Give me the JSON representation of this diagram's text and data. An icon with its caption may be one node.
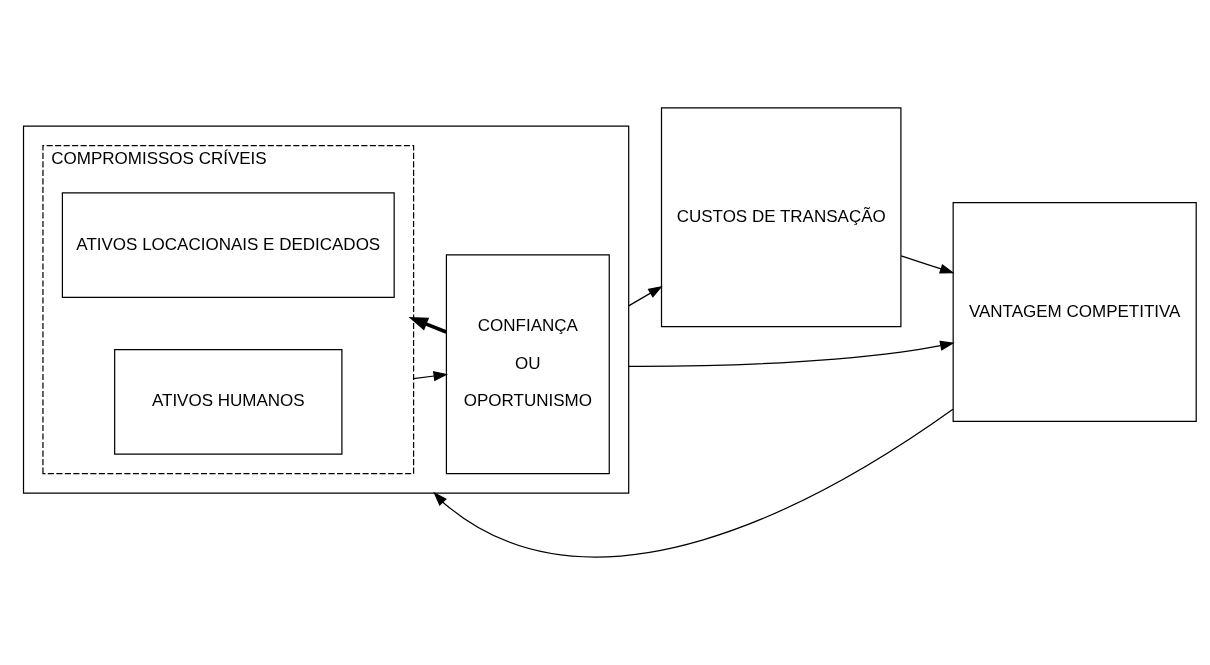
{
  "diagram": {
    "nodes": [
      {
        "text": [],
        "shape": "box"
      },
      {
        "text": [
          "COMPROMISSOS CRÍVEIS"
        ],
        "in": 0
      },
      {
        "text": [
          "ATIVOS LOCACIONAIS E DEDICADOS"
        ],
        "in": 1
      },
      {
        "text": [
          "ATIVOS HUMANOS"
        ],
        "in": 1
      },
      {
        "text": [
          "CONFIANÇA",
          "OU",
          "OPORTUNISMO"
        ],
        "in": 0
      },
      {
        "text": [
          "CUSTOS DE TRANSAÇÃO"
        ]
      },
      {
        "text": [
          "VANTAGEM COMPETITIVA"
        ]
      }
    ],
    "edges": [
      {
        "from": 1,
        "to": 4,
        "arrow": "to"
      },
      {
        "from": 4,
        "to": 1,
        "arrow": "to",
        "style": "thick"
      },
      {
        "from": 0,
        "to": 5,
        "arrow": "to"
      },
      {
        "from": 5,
        "to": 6,
        "arrow": "to"
      },
      {
        "from": 0,
        "to": 6,
        "arrow": "to"
      },
      {
        "from": 6,
        "to": 0,
        "arrow": "to"
      }
    ]
  }
}
